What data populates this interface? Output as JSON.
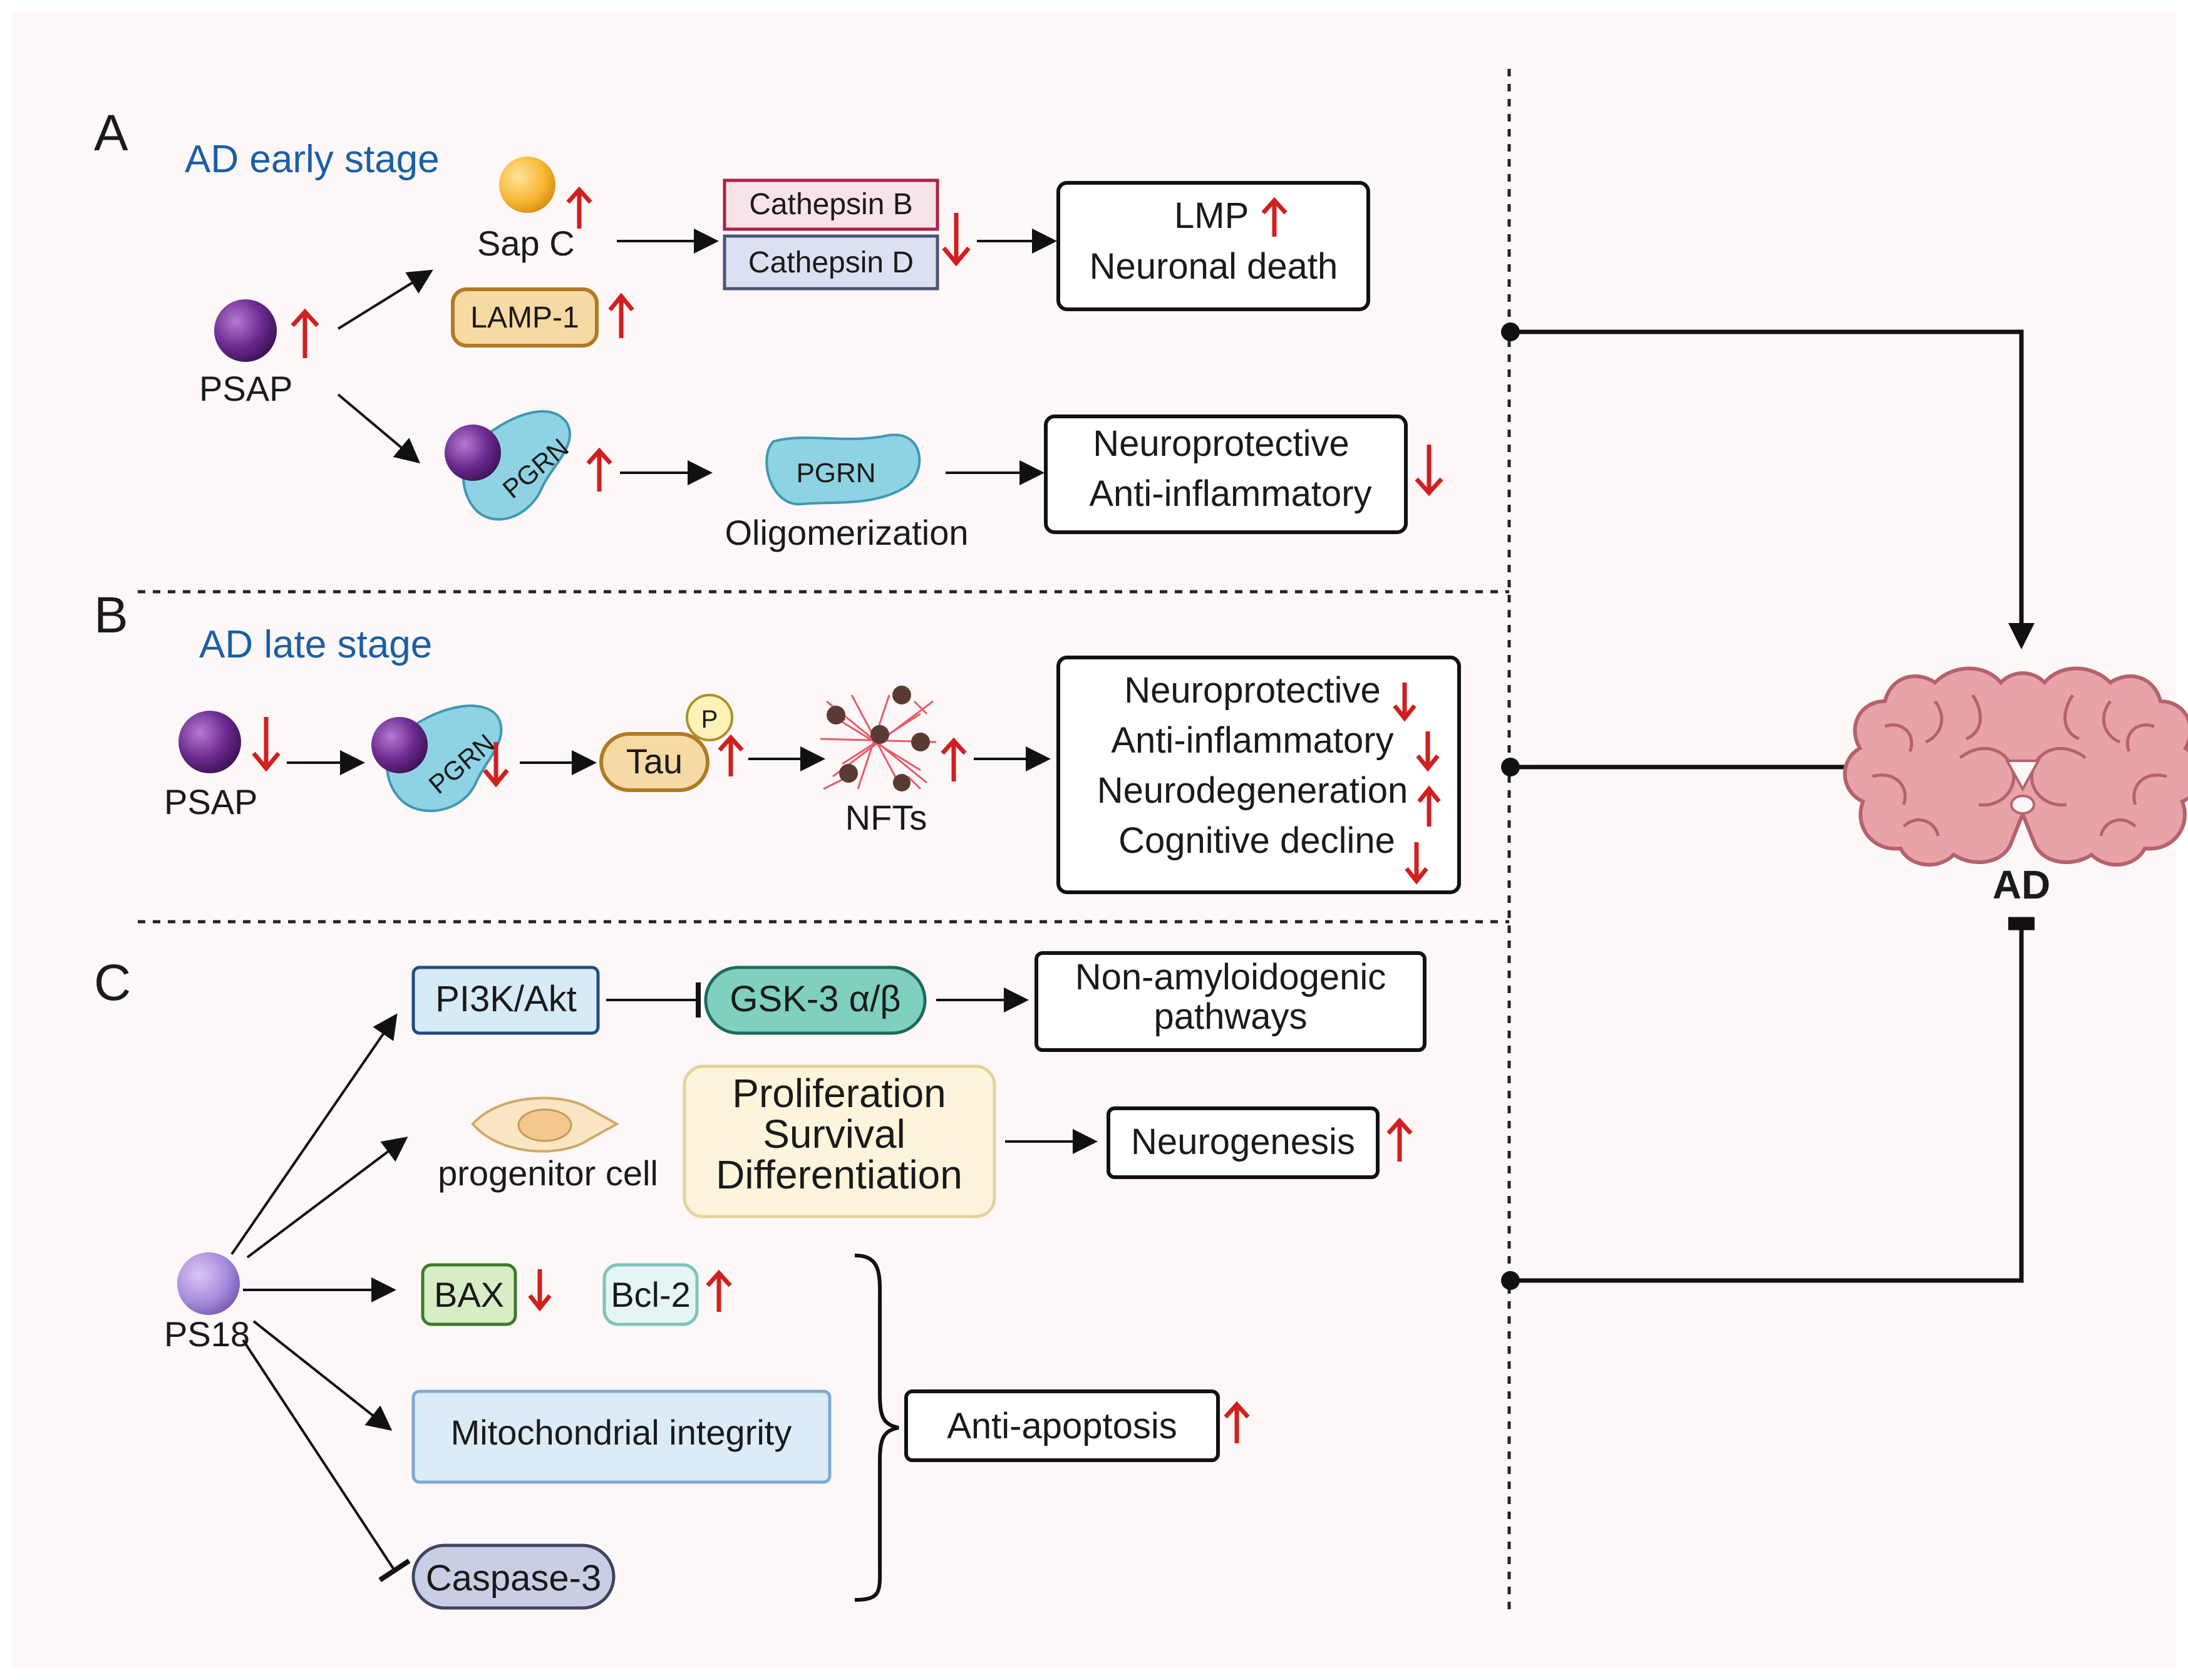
{
  "panels": {
    "a": {
      "letter": "A",
      "stage": "AD early stage",
      "psap": "PSAP",
      "sap_c": "Sap C",
      "lamp1": "LAMP-1",
      "cathepsin_b": "Cathepsin B",
      "cathepsin_d": "Cathepsin D",
      "lmp": "LMP",
      "neuronal_death": "Neuronal death",
      "pgrn_complex": "PGRN",
      "pgrn": "PGRN",
      "oligomerization": "Oligomerization",
      "neuroprotective": "Neuroprotective",
      "anti_inflammatory": "Anti-inflammatory"
    },
    "b": {
      "letter": "B",
      "stage": "AD late stage",
      "psap": "PSAP",
      "pgrn": "PGRN",
      "tau": "Tau",
      "phospho": "P",
      "nfts": "NFTs",
      "neuroprotective": "Neuroprotective",
      "anti_inflammatory": "Anti-inflammatory",
      "neurodegeneration": "Neurodegeneration",
      "cognitive_decline": "Cognitive decline"
    },
    "c": {
      "letter": "C",
      "ps18": "PS18",
      "pi3k": "PI3K/Akt",
      "gsk3": "GSK-3 α/β",
      "non_amyloid_1": "Non-amyloidogenic",
      "non_amyloid_2": "pathways",
      "progenitor": "progenitor cell",
      "proliferation": "Proliferation",
      "survival": "Survival",
      "differentiation": "Differentiation",
      "neurogenesis": "Neurogenesis",
      "bax": "BAX",
      "bcl2": "Bcl-2",
      "mito": "Mitochondrial integrity",
      "caspase": "Caspase-3",
      "anti_apoptosis": "Anti-apoptosis"
    }
  },
  "outcome": {
    "ad": "AD"
  },
  "colors": {
    "background": "#fdf7f7",
    "stage_text": "#1b5fa3",
    "up_down_arrows": "#d11f1f",
    "psap_ball": "#6b2a8f",
    "sap_c_ball": "#f7b733",
    "pgrn_shape": "#8ed3e3",
    "brain": "#e8a3a8"
  }
}
